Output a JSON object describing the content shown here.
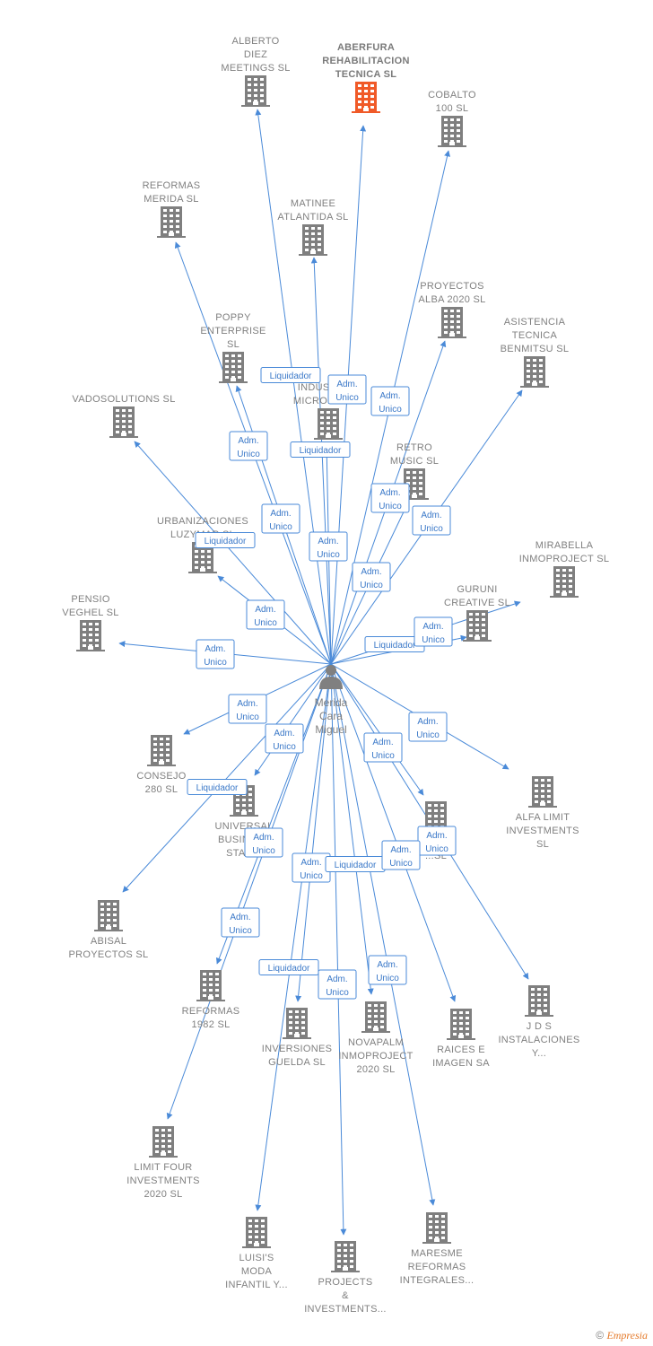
{
  "colors": {
    "edge": "#4a8ad8",
    "building": "#7f7f7f",
    "main_building": "#f05a28",
    "label": "#808080"
  },
  "person": {
    "lines": [
      "Merida",
      "Cara",
      "Miguel"
    ],
    "icon": "person-icon"
  },
  "companies": [
    {
      "id": "aberfura",
      "lines": [
        "ABERFURA",
        "REHABILITACION",
        "TECNICA  SL"
      ],
      "main": true
    },
    {
      "id": "alberto-diez",
      "lines": [
        "ALBERTO",
        "DIEZ",
        "MEETINGS SL"
      ]
    },
    {
      "id": "cobalto",
      "lines": [
        "COBALTO",
        "100  SL"
      ]
    },
    {
      "id": "reformas-merida",
      "lines": [
        "REFORMAS",
        "MERIDA  SL"
      ]
    },
    {
      "id": "matinee",
      "lines": [
        "MATINEE",
        "ATLANTIDA  SL"
      ]
    },
    {
      "id": "proyectos-alba",
      "lines": [
        "PROYECTOS",
        "ALBA 2020  SL"
      ]
    },
    {
      "id": "asistencia",
      "lines": [
        "ASISTENCIA",
        "TECNICA",
        "BENMITSU  SL"
      ]
    },
    {
      "id": "poppy",
      "lines": [
        "POPPY",
        "ENTERPRISE",
        "SL"
      ]
    },
    {
      "id": "industrial",
      "lines": [
        "INDUSTRIAL",
        "MICROELEC..."
      ]
    },
    {
      "id": "vadosolutions",
      "lines": [
        "VADOSOLUTIONS SL"
      ]
    },
    {
      "id": "retro",
      "lines": [
        "RETRO",
        "MUSIC SL"
      ]
    },
    {
      "id": "urbanizaciones",
      "lines": [
        "URBANIZACIONES",
        "LUZYMAR SL"
      ]
    },
    {
      "id": "mirabella",
      "lines": [
        "MIRABELLA",
        "INMOPROJECT SL"
      ]
    },
    {
      "id": "guruni",
      "lines": [
        "GURUNI",
        "CREATIVE SL"
      ]
    },
    {
      "id": "pensio",
      "lines": [
        "PENSIO",
        "VEGHEL  SL"
      ]
    },
    {
      "id": "consejo",
      "lines": [
        "CONSEJO",
        "280  SL"
      ]
    },
    {
      "id": "alfa-limit",
      "lines": [
        "ALFA LIMIT",
        "INVESTMENTS",
        "SL"
      ]
    },
    {
      "id": "universal",
      "lines": [
        "UNIVERSAL",
        "BUSINESS",
        "STAR..."
      ]
    },
    {
      "id": "fl-sl",
      "lines": [
        "FL...",
        "...SL"
      ]
    },
    {
      "id": "abisal",
      "lines": [
        "ABISAL",
        "PROYECTOS SL"
      ]
    },
    {
      "id": "reformas-1982",
      "lines": [
        "REFORMAS",
        "1982  SL"
      ]
    },
    {
      "id": "jds",
      "lines": [
        "J D S",
        "INSTALACIONES",
        "Y..."
      ]
    },
    {
      "id": "inversiones",
      "lines": [
        "INVERSIONES",
        "GUELDA  SL"
      ]
    },
    {
      "id": "novapalm",
      "lines": [
        "NOVAPALM",
        "INMOPROJECT",
        "2020  SL"
      ]
    },
    {
      "id": "raices",
      "lines": [
        "RAICES E",
        "IMAGEN SA"
      ]
    },
    {
      "id": "limit-four",
      "lines": [
        "LIMIT FOUR",
        "INVESTMENTS",
        "2020  SL"
      ]
    },
    {
      "id": "luisis",
      "lines": [
        "LUISI'S",
        "MODA",
        "INFANTIL Y..."
      ]
    },
    {
      "id": "projects",
      "lines": [
        "PROJECTS",
        "&",
        "INVESTMENTS..."
      ]
    },
    {
      "id": "maresme",
      "lines": [
        "MARESME",
        "REFORMAS",
        "INTEGRALES..."
      ]
    }
  ],
  "relations": [
    {
      "target": "aberfura",
      "lines": [
        "Adm.",
        "Unico"
      ]
    },
    {
      "target": "alberto-diez",
      "lines": [
        "Liquidador"
      ]
    },
    {
      "target": "cobalto",
      "lines": [
        "Adm.",
        "Unico"
      ]
    },
    {
      "target": "reformas-merida",
      "lines": [
        "Adm.",
        "Unico"
      ]
    },
    {
      "target": "matinee",
      "lines": [
        "Liquidador"
      ]
    },
    {
      "target": "proyectos-alba",
      "lines": [
        "Adm.",
        "Unico"
      ]
    },
    {
      "target": "asistencia",
      "lines": [
        "Adm.",
        "Unico"
      ]
    },
    {
      "target": "poppy",
      "lines": [
        "Adm.",
        "Unico"
      ]
    },
    {
      "target": "industrial",
      "lines": [
        "Adm.",
        "Unico"
      ]
    },
    {
      "target": "vadosolutions",
      "lines": [
        "Liquidador"
      ]
    },
    {
      "target": "retro",
      "lines": [
        "Adm.",
        "Unico"
      ]
    },
    {
      "target": "urbanizaciones",
      "lines": [
        "Adm.",
        "Unico"
      ]
    },
    {
      "target": "guruni",
      "lines": [
        "Liquidador"
      ]
    },
    {
      "target": "mirabella",
      "lines": [
        "Adm.",
        "Unico"
      ]
    },
    {
      "target": "pensio",
      "lines": [
        "Adm.",
        "Unico"
      ]
    },
    {
      "target": "consejo",
      "lines": [
        "Adm.",
        "Unico"
      ]
    },
    {
      "target": "universal",
      "lines": [
        "Adm.",
        "Unico"
      ]
    },
    {
      "target": "alfa-limit",
      "lines": [
        "Adm.",
        "Unico"
      ]
    },
    {
      "target": "fl-sl",
      "lines": [
        "Adm.",
        "Unico"
      ]
    },
    {
      "target": "abisal",
      "lines": [
        "Liquidador"
      ]
    },
    {
      "target": "jds",
      "lines": [
        "Adm.",
        "Unico"
      ]
    },
    {
      "target": "limit-four",
      "lines": [
        "Adm.",
        "Unico"
      ]
    },
    {
      "target": "reformas-1982",
      "lines": [
        "Adm.",
        "Unico"
      ]
    },
    {
      "target": "inversiones",
      "lines": [
        "Adm.",
        "Unico"
      ]
    },
    {
      "target": "novapalm",
      "lines": [
        "Liquidador"
      ]
    },
    {
      "target": "raices",
      "lines": [
        "Adm.",
        "Unico"
      ]
    },
    {
      "target": "luisis",
      "lines": [
        "Liquidador"
      ]
    },
    {
      "target": "projects",
      "lines": [
        "Adm.",
        "Unico"
      ]
    },
    {
      "target": "maresme",
      "lines": [
        "Adm.",
        "Unico"
      ]
    }
  ],
  "footer": {
    "copyright_symbol": "©",
    "brand": "Empresia"
  }
}
